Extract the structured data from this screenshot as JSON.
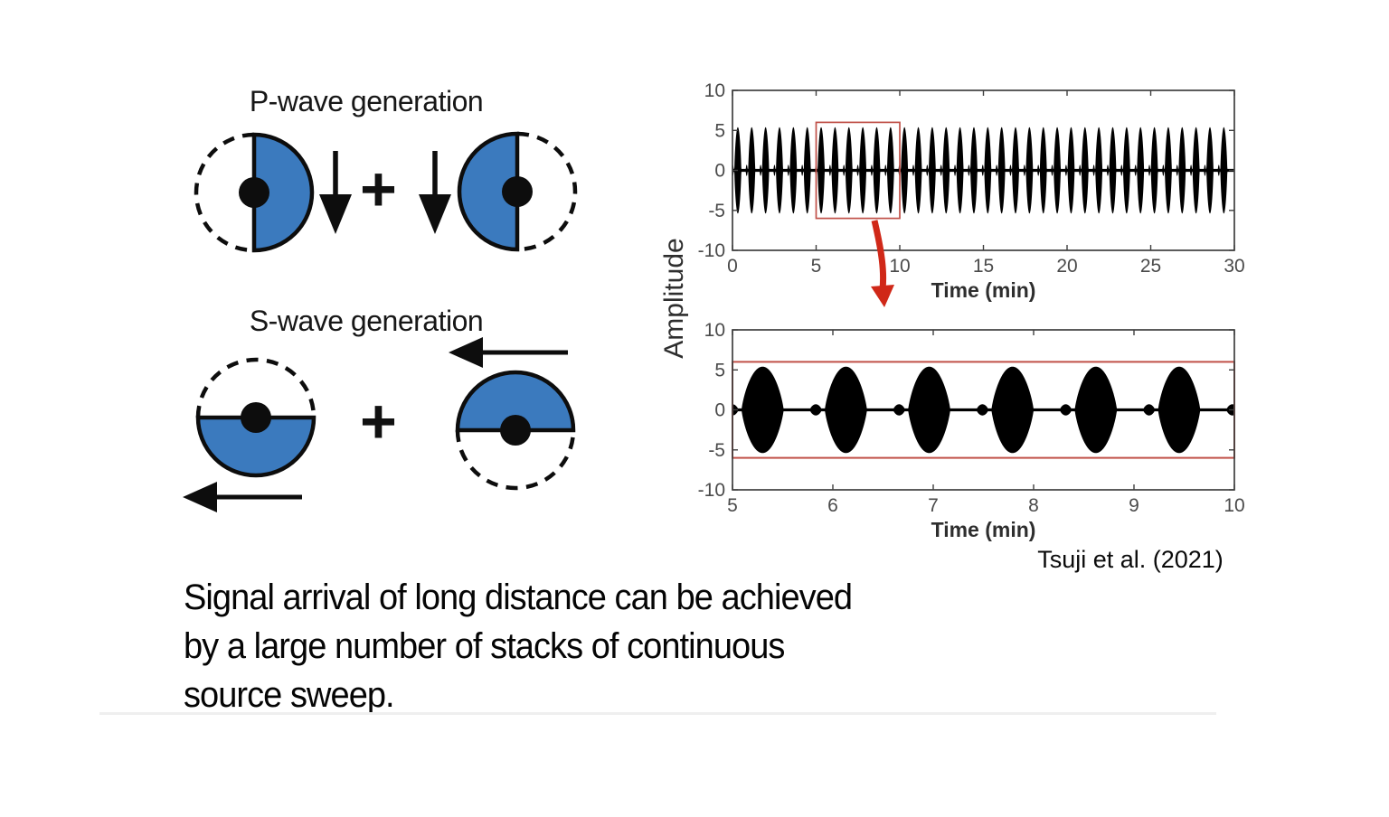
{
  "slide": {
    "caption_lines": [
      "Signal arrival of long distance can be achieved",
      "by a large number of stacks of continuous",
      "source sweep."
    ],
    "citation": "Tsuji et al. (2021)"
  },
  "diagrams": {
    "p_wave": {
      "title": "P-wave generation",
      "plus": "+",
      "left_circle_filled_half": "right",
      "right_circle_filled_half": "left",
      "arrow_direction": "down"
    },
    "s_wave": {
      "title": "S-wave generation",
      "plus": "+",
      "left_circle_filled_half": "bottom",
      "right_circle_filled_half": "top",
      "arrow_direction": "left"
    }
  },
  "colors": {
    "beachball_blue": "#3b7abe",
    "diagram_black": "#0d0d0d",
    "highlight_red": "#c05048",
    "arrow_red": "#d02818",
    "waveform_black": "#000000",
    "axis_gray": "#3f3f3f",
    "tick_label_gray": "#4a4a4a"
  },
  "chart_data": [
    {
      "id": "sweep_full",
      "type": "line",
      "title": "",
      "xlabel": "Time (min)",
      "ylabel": "Amplitude",
      "xlim": [
        0,
        30
      ],
      "ylim": [
        -10,
        10
      ],
      "xticks": [
        0,
        5,
        10,
        15,
        20,
        25,
        30
      ],
      "yticks": [
        -10,
        -5,
        0,
        5,
        10
      ],
      "grid": false,
      "legend": null,
      "line_color": "#000000",
      "frame_color": "#3f3f3f",
      "description": "Continuous source sweep signal: ~36 repeating bursts over 30 minutes",
      "series_model": {
        "kind": "burst_train",
        "first_burst_min": 0.32,
        "period_min": 0.83,
        "count": 36,
        "peak_amplitude": 5.4,
        "halfwidth_min": 0.21,
        "envelope_power": 0.8,
        "preblip_peak": 0.7,
        "preblip_offset_min": -0.3,
        "preblip_halfwidth_min": 0.06,
        "noise_floor": 0.18
      },
      "highlight_box": {
        "x0": 5,
        "x1": 10,
        "y0": -6,
        "y1": 6,
        "color": "#c05048"
      }
    },
    {
      "id": "sweep_zoom",
      "type": "line",
      "title": "",
      "xlabel": "Time (min)",
      "ylabel": "Amplitude",
      "xlim": [
        5,
        10
      ],
      "ylim": [
        -10,
        10
      ],
      "xticks": [
        5,
        6,
        7,
        8,
        9,
        10
      ],
      "yticks": [
        -10,
        -5,
        0,
        5,
        10
      ],
      "grid": false,
      "legend": null,
      "line_color": "#000000",
      "frame_color": "#3f3f3f",
      "description": "Zoom of highlighted 5-10 min window: 6 bursts near t = 5.3, 6.13, 6.96, 7.79, 8.62, 9.45 min, peaks about +/-5.4",
      "series_model": {
        "kind": "burst_train",
        "first_burst_min": 0.32,
        "period_min": 0.83,
        "count": 36,
        "peak_amplitude": 5.4,
        "halfwidth_min": 0.21,
        "envelope_power": 0.8,
        "preblip_peak": 0.7,
        "preblip_offset_min": -0.3,
        "preblip_halfwidth_min": 0.06,
        "noise_floor": 0.18
      },
      "highlight_box": {
        "x0": 5,
        "x1": 10,
        "y0": -6,
        "y1": 6,
        "color": "#c05048"
      }
    }
  ]
}
